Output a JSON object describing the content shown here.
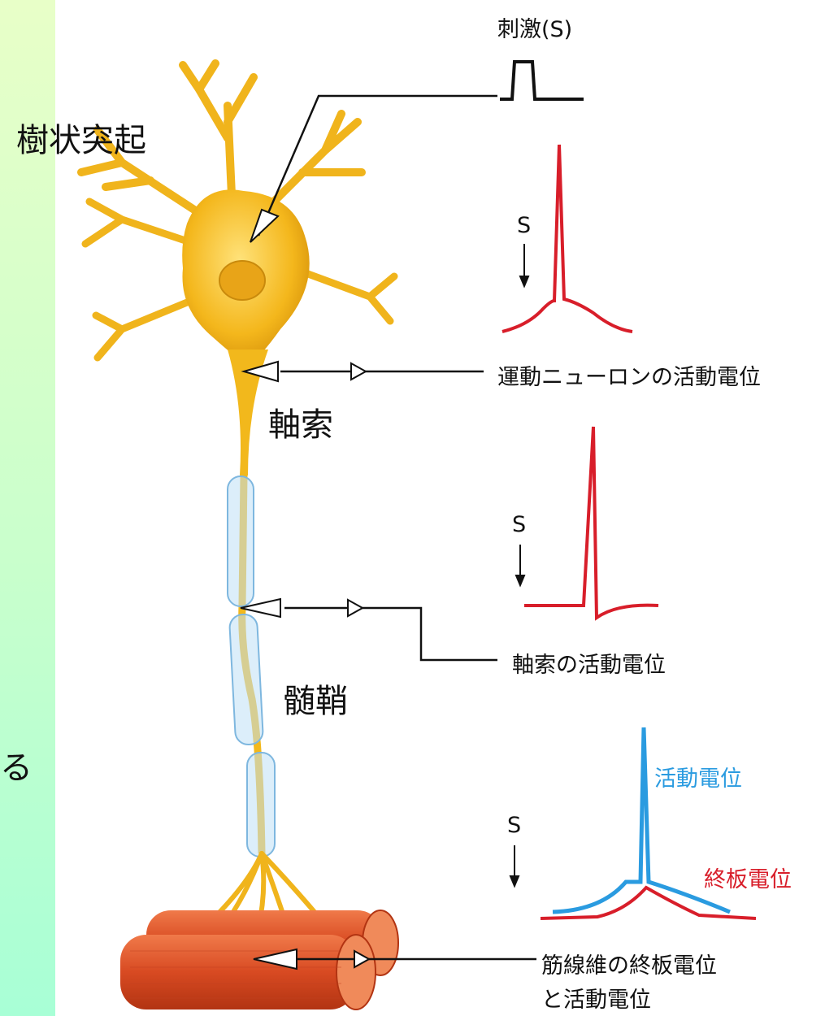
{
  "labels": {
    "dendrite": "樹状突起",
    "axon": "軸索",
    "myelin": "髄鞘",
    "edge_fragment": "る"
  },
  "annotations": {
    "stimulus": "刺激(S)",
    "motor_neuron_ap": "運動ニューロンの活動電位",
    "axon_ap": "軸索の活動電位",
    "action_potential": "活動電位",
    "endplate_potential": "終板電位",
    "muscle_fiber_line1": "筋線維の終板電位",
    "muscle_fiber_line2": "と活動電位",
    "s_marker": "S"
  },
  "colors": {
    "neuron": "#f2b81c",
    "myelin": "#9fd0ee",
    "muscle": "#e0542a",
    "trace_red": "#d81e2a",
    "trace_blue": "#2a9be0"
  }
}
